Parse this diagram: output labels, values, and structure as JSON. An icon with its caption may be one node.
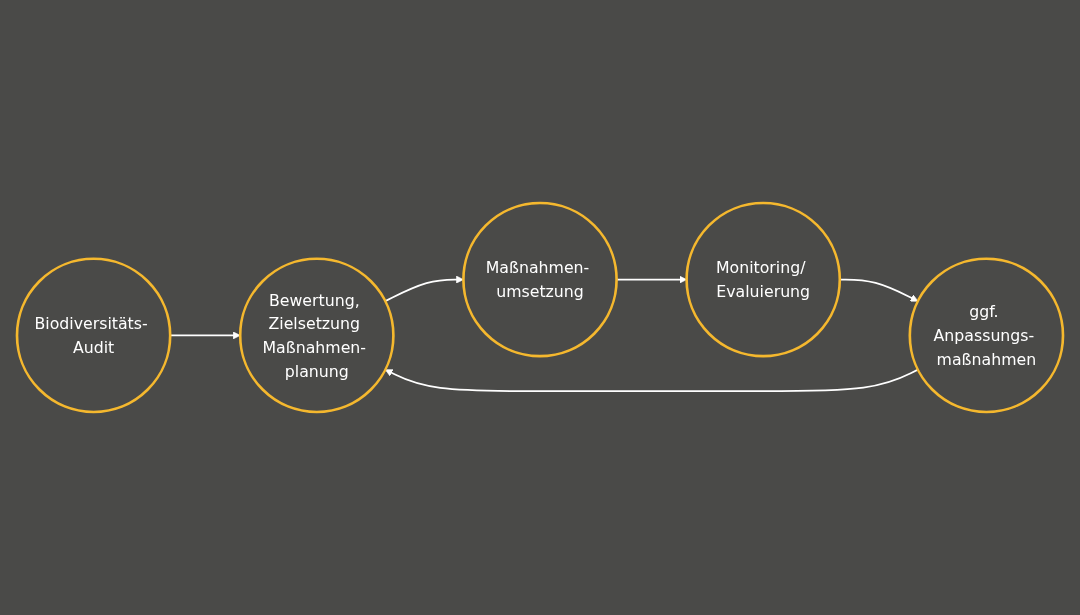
{
  "diagram": {
    "nodes": [
      {
        "text": [
          "Biodiversitäts- Audit"
        ]
      },
      {
        "text": [
          "Bewertung, Zielsetzung Maßnahmen- planung"
        ]
      },
      {
        "text": [
          "Maßnahmen- umsetzung"
        ]
      },
      {
        "text": [
          "Monitoring/ Evaluierung"
        ]
      },
      {
        "text": [
          "ggf. Anpassungs- maßnahmen"
        ]
      }
    ],
    "edges": [
      {
        "from": 0,
        "to": 1,
        "arrow": "to"
      },
      {
        "from": 1,
        "to": 2,
        "arrow": "to"
      },
      {
        "from": 2,
        "to": 3,
        "arrow": "to"
      },
      {
        "from": 3,
        "to": 4,
        "arrow": "to"
      },
      {
        "from": 4,
        "to": 1,
        "arrow": "to"
      }
    ]
  }
}
